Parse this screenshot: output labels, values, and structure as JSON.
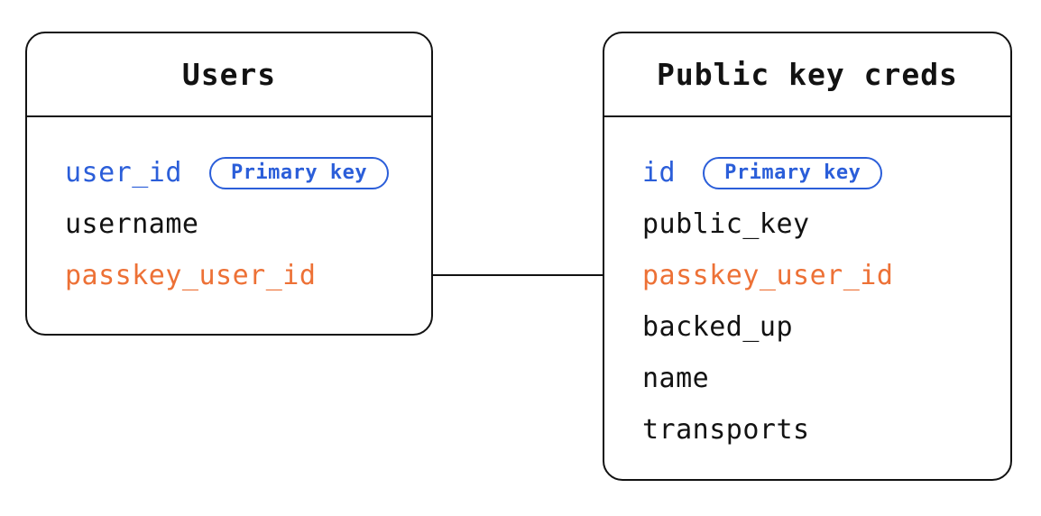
{
  "diagram": {
    "colors": {
      "primary_key": "#2b5ed9",
      "foreign_key": "#ed7136",
      "field_text": "#121212",
      "border": "#121212",
      "background": "#ffffff"
    },
    "tables": [
      {
        "title": "Users",
        "fields": [
          {
            "name": "user_id",
            "color": "blue",
            "badge": "Primary key"
          },
          {
            "name": "username",
            "color": "black"
          },
          {
            "name": "passkey_user_id",
            "color": "orange"
          }
        ]
      },
      {
        "title": "Public key creds",
        "fields": [
          {
            "name": "id",
            "color": "blue",
            "badge": "Primary key"
          },
          {
            "name": "public_key",
            "color": "black"
          },
          {
            "name": "passkey_user_id",
            "color": "orange"
          },
          {
            "name": "backed_up",
            "color": "black"
          },
          {
            "name": "name",
            "color": "black"
          },
          {
            "name": "transports",
            "color": "black"
          }
        ]
      }
    ],
    "relationship": {
      "from_table": "Users",
      "from_field": "passkey_user_id",
      "to_table": "Public key creds",
      "to_field": "passkey_user_id"
    }
  }
}
